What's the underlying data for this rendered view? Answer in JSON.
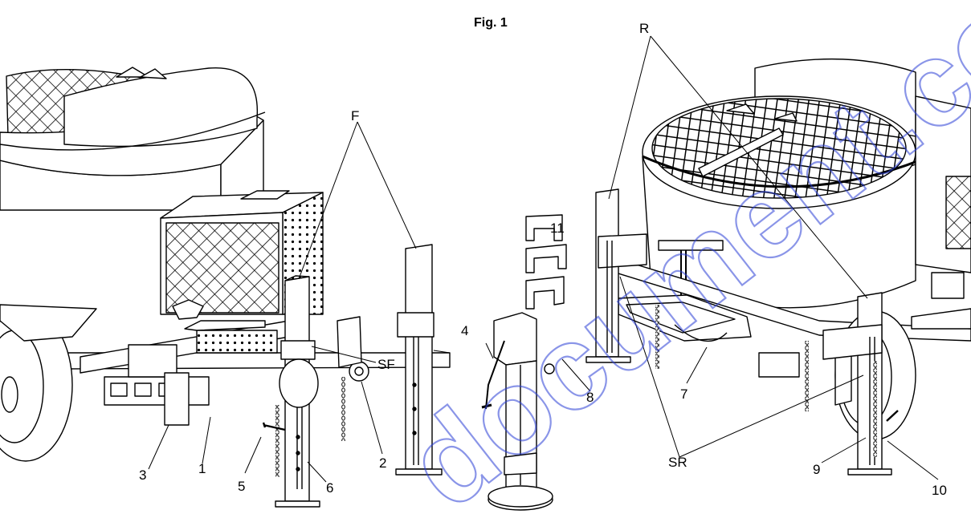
{
  "figure": {
    "title": "Fig. 1"
  },
  "watermark": "document.co",
  "labels": {
    "F": "F",
    "R": "R",
    "SF": "SF",
    "SR": "SR",
    "n1": "1",
    "n2": "2",
    "n3": "3",
    "n4": "4",
    "n5": "5",
    "n6": "6",
    "n7": "7",
    "n8": "8",
    "n9": "9",
    "n10": "10",
    "n11": "11"
  },
  "colors": {
    "line": "#000000",
    "watermark": "#2b3fd6",
    "background": "#ffffff"
  }
}
